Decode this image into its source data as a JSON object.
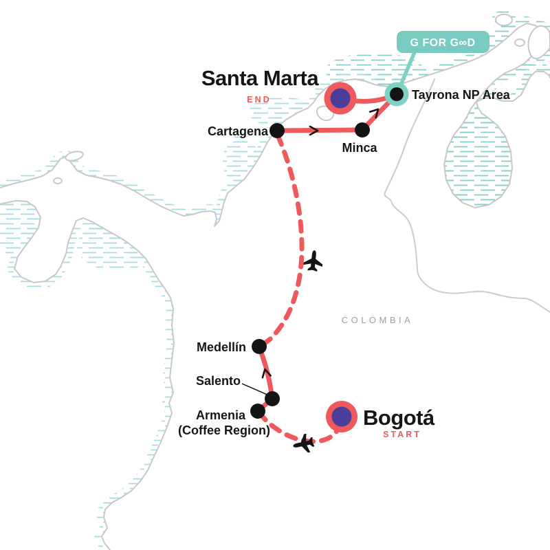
{
  "badge": {
    "label": "G FOR GOOD",
    "prefix": "G FOR G",
    "infinity_glyph": "∞",
    "suffix": "D",
    "color": "#77cbc0",
    "text_color": "#ffffff"
  },
  "country": {
    "label": "COLOMBIA",
    "color": "#9aa0a3"
  },
  "colors": {
    "route_red": "#ee5a5c",
    "start_end_ring": "#ee5a5c",
    "start_end_fill": "#4a3d9c",
    "stop_dot": "#141414",
    "g_for_good_ring": "#7fd0c5",
    "coastline_gray": "#c8c8c8",
    "hatch_teal": "#85cfc9",
    "hatch_blue": "#a6dbe2"
  },
  "locations": {
    "santa_marta": {
      "name": "Santa Marta",
      "tag": "END",
      "type": "end"
    },
    "tayrona": {
      "name": "Tayrona NP Area",
      "type": "stop"
    },
    "cartagena": {
      "name": "Cartagena",
      "type": "stop"
    },
    "minca": {
      "name": "Minca",
      "type": "stop"
    },
    "medellin": {
      "name": "Medellín",
      "type": "stop"
    },
    "salento": {
      "name": "Salento",
      "type": "stop"
    },
    "armenia": {
      "name": "Armenia",
      "name_line2": "(Coffee Region)",
      "type": "stop"
    },
    "bogota": {
      "name": "Bogotá",
      "tag": "START",
      "type": "start"
    }
  },
  "routes": [
    {
      "from": "Bogotá",
      "to": "Armenia (Coffee Region)",
      "mode": "flight",
      "style": "dashed"
    },
    {
      "from": "Armenia",
      "to": "Salento",
      "mode": "ground",
      "style": "solid"
    },
    {
      "from": "Salento",
      "to": "Medellín",
      "mode": "ground",
      "style": "solid"
    },
    {
      "from": "Medellín",
      "to": "Cartagena",
      "mode": "flight",
      "style": "dashed"
    },
    {
      "from": "Cartagena",
      "to": "Minca",
      "mode": "ground",
      "style": "solid"
    },
    {
      "from": "Minca",
      "to": "Tayrona NP Area",
      "mode": "ground",
      "style": "solid"
    },
    {
      "from": "Tayrona NP Area",
      "to": "Santa Marta",
      "mode": "ground",
      "style": "solid"
    }
  ]
}
